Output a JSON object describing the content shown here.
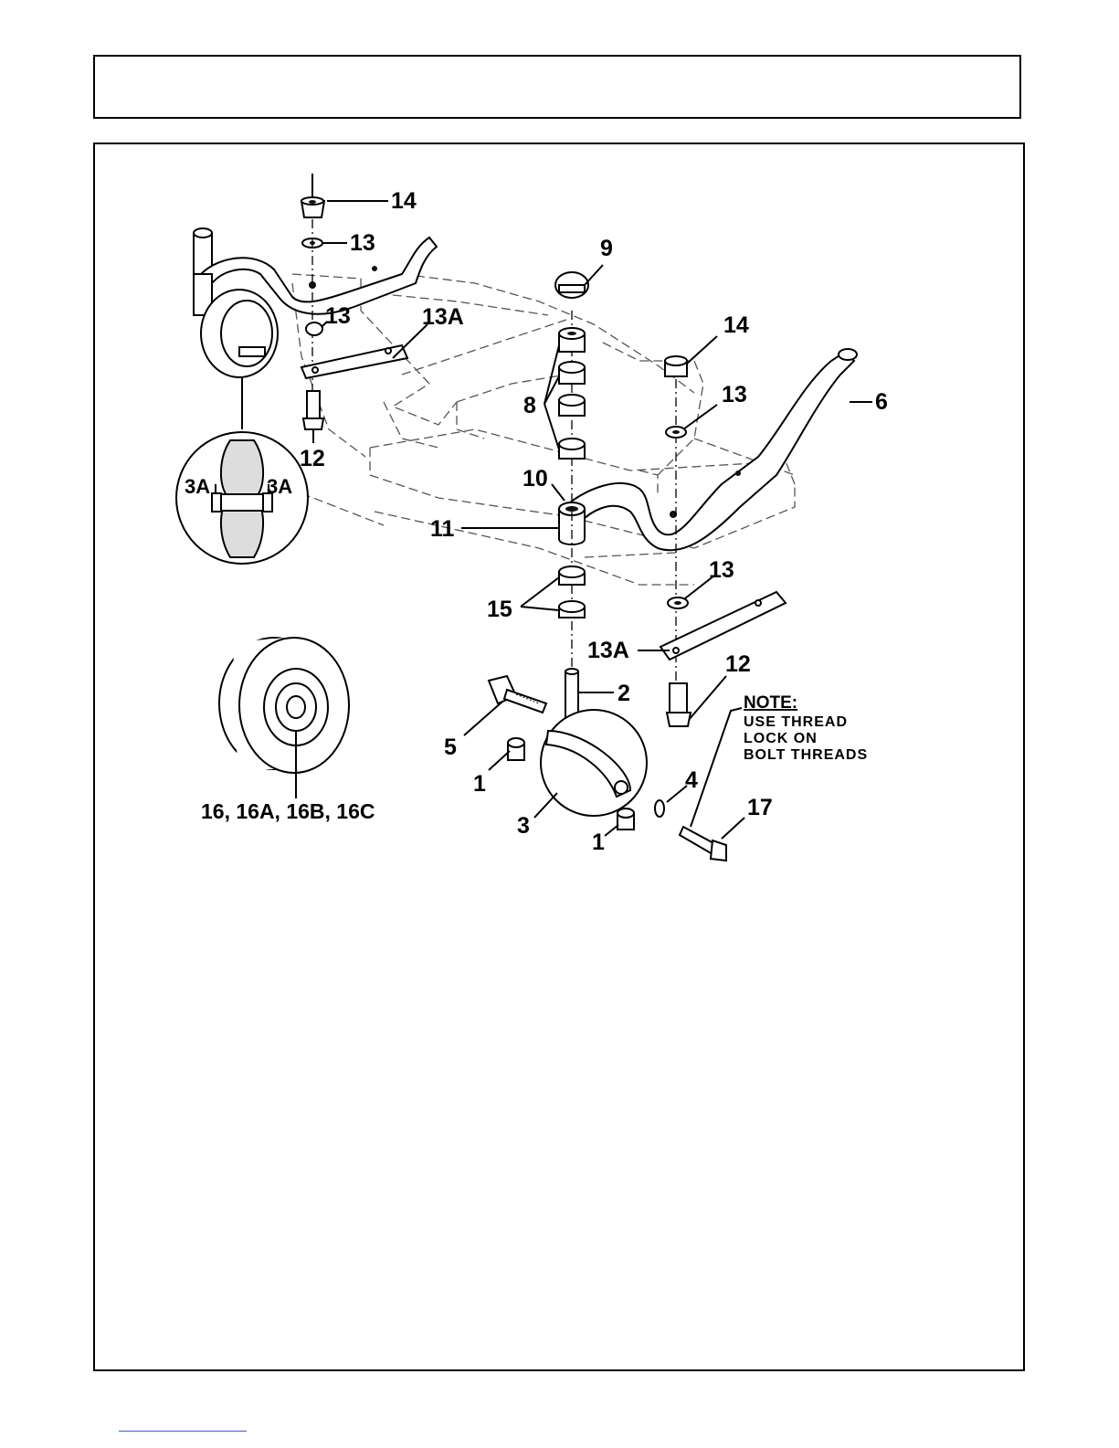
{
  "header": {
    "title": ""
  },
  "callouts": {
    "c14a": "14",
    "c13a": "13",
    "c13b": "13",
    "c13Aa": "13A",
    "c12a": "12",
    "c3Aleft": "3A",
    "c3Aright": "3A",
    "c9": "9",
    "c14b": "14",
    "c13c": "13",
    "c6": "6",
    "c8": "8",
    "c10": "10",
    "c11": "11",
    "c13d": "13",
    "c15": "15",
    "c13Ab": "13A",
    "c12b": "12",
    "c2": "2",
    "c5": "5",
    "c1a": "1",
    "c1b": "1",
    "c3": "3",
    "c4": "4",
    "c17": "17",
    "c16": "16, 16A, 16B, 16C"
  },
  "note": {
    "heading": "NOTE:",
    "line1": "USE THREAD",
    "line2": "LOCK ON",
    "line3": "BOLT THREADS"
  }
}
